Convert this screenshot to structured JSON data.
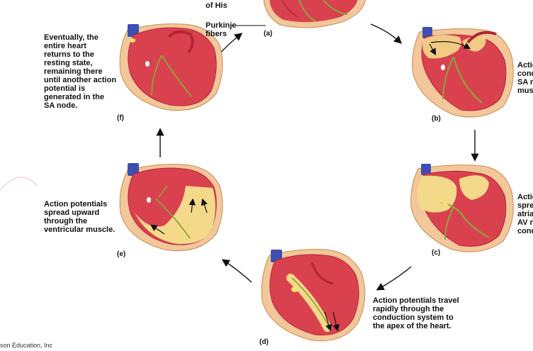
{
  "labels": {
    "bundle_his": "of His",
    "purkinje": "Purkinje\nfibers"
  },
  "panels": [
    {
      "id": "a",
      "label": "(a)",
      "text": ""
    },
    {
      "id": "b",
      "label": "(b)",
      "text": "Actio\ncond\nSA n\nmus"
    },
    {
      "id": "c",
      "label": "(c)",
      "text": "Actio\nspre\natria\nAV n\ncond"
    },
    {
      "id": "d",
      "label": "(d)",
      "text": "Action potentials travel\nrapidly through the\nconduction system to\nthe apex of the heart."
    },
    {
      "id": "e",
      "label": "(e)",
      "text": "Action potentials\nspread upward\nthrough the\nventricular muscle."
    },
    {
      "id": "f",
      "label": "(f)",
      "text": "Eventually, the\nentire heart\nreturns to the\nresting state,\nremaining there\nuntil another action\npotential is\ngenerated in the\nSA node."
    }
  ],
  "copyright": "son Education, Inc",
  "colors": {
    "heart_red": "#d9414f",
    "heart_dark": "#b42435",
    "depolarized": "#f5d98a",
    "epicardium": "#f2c79a",
    "vessel_blue": "#3d4fb3",
    "conduction": "#8aa53a"
  }
}
